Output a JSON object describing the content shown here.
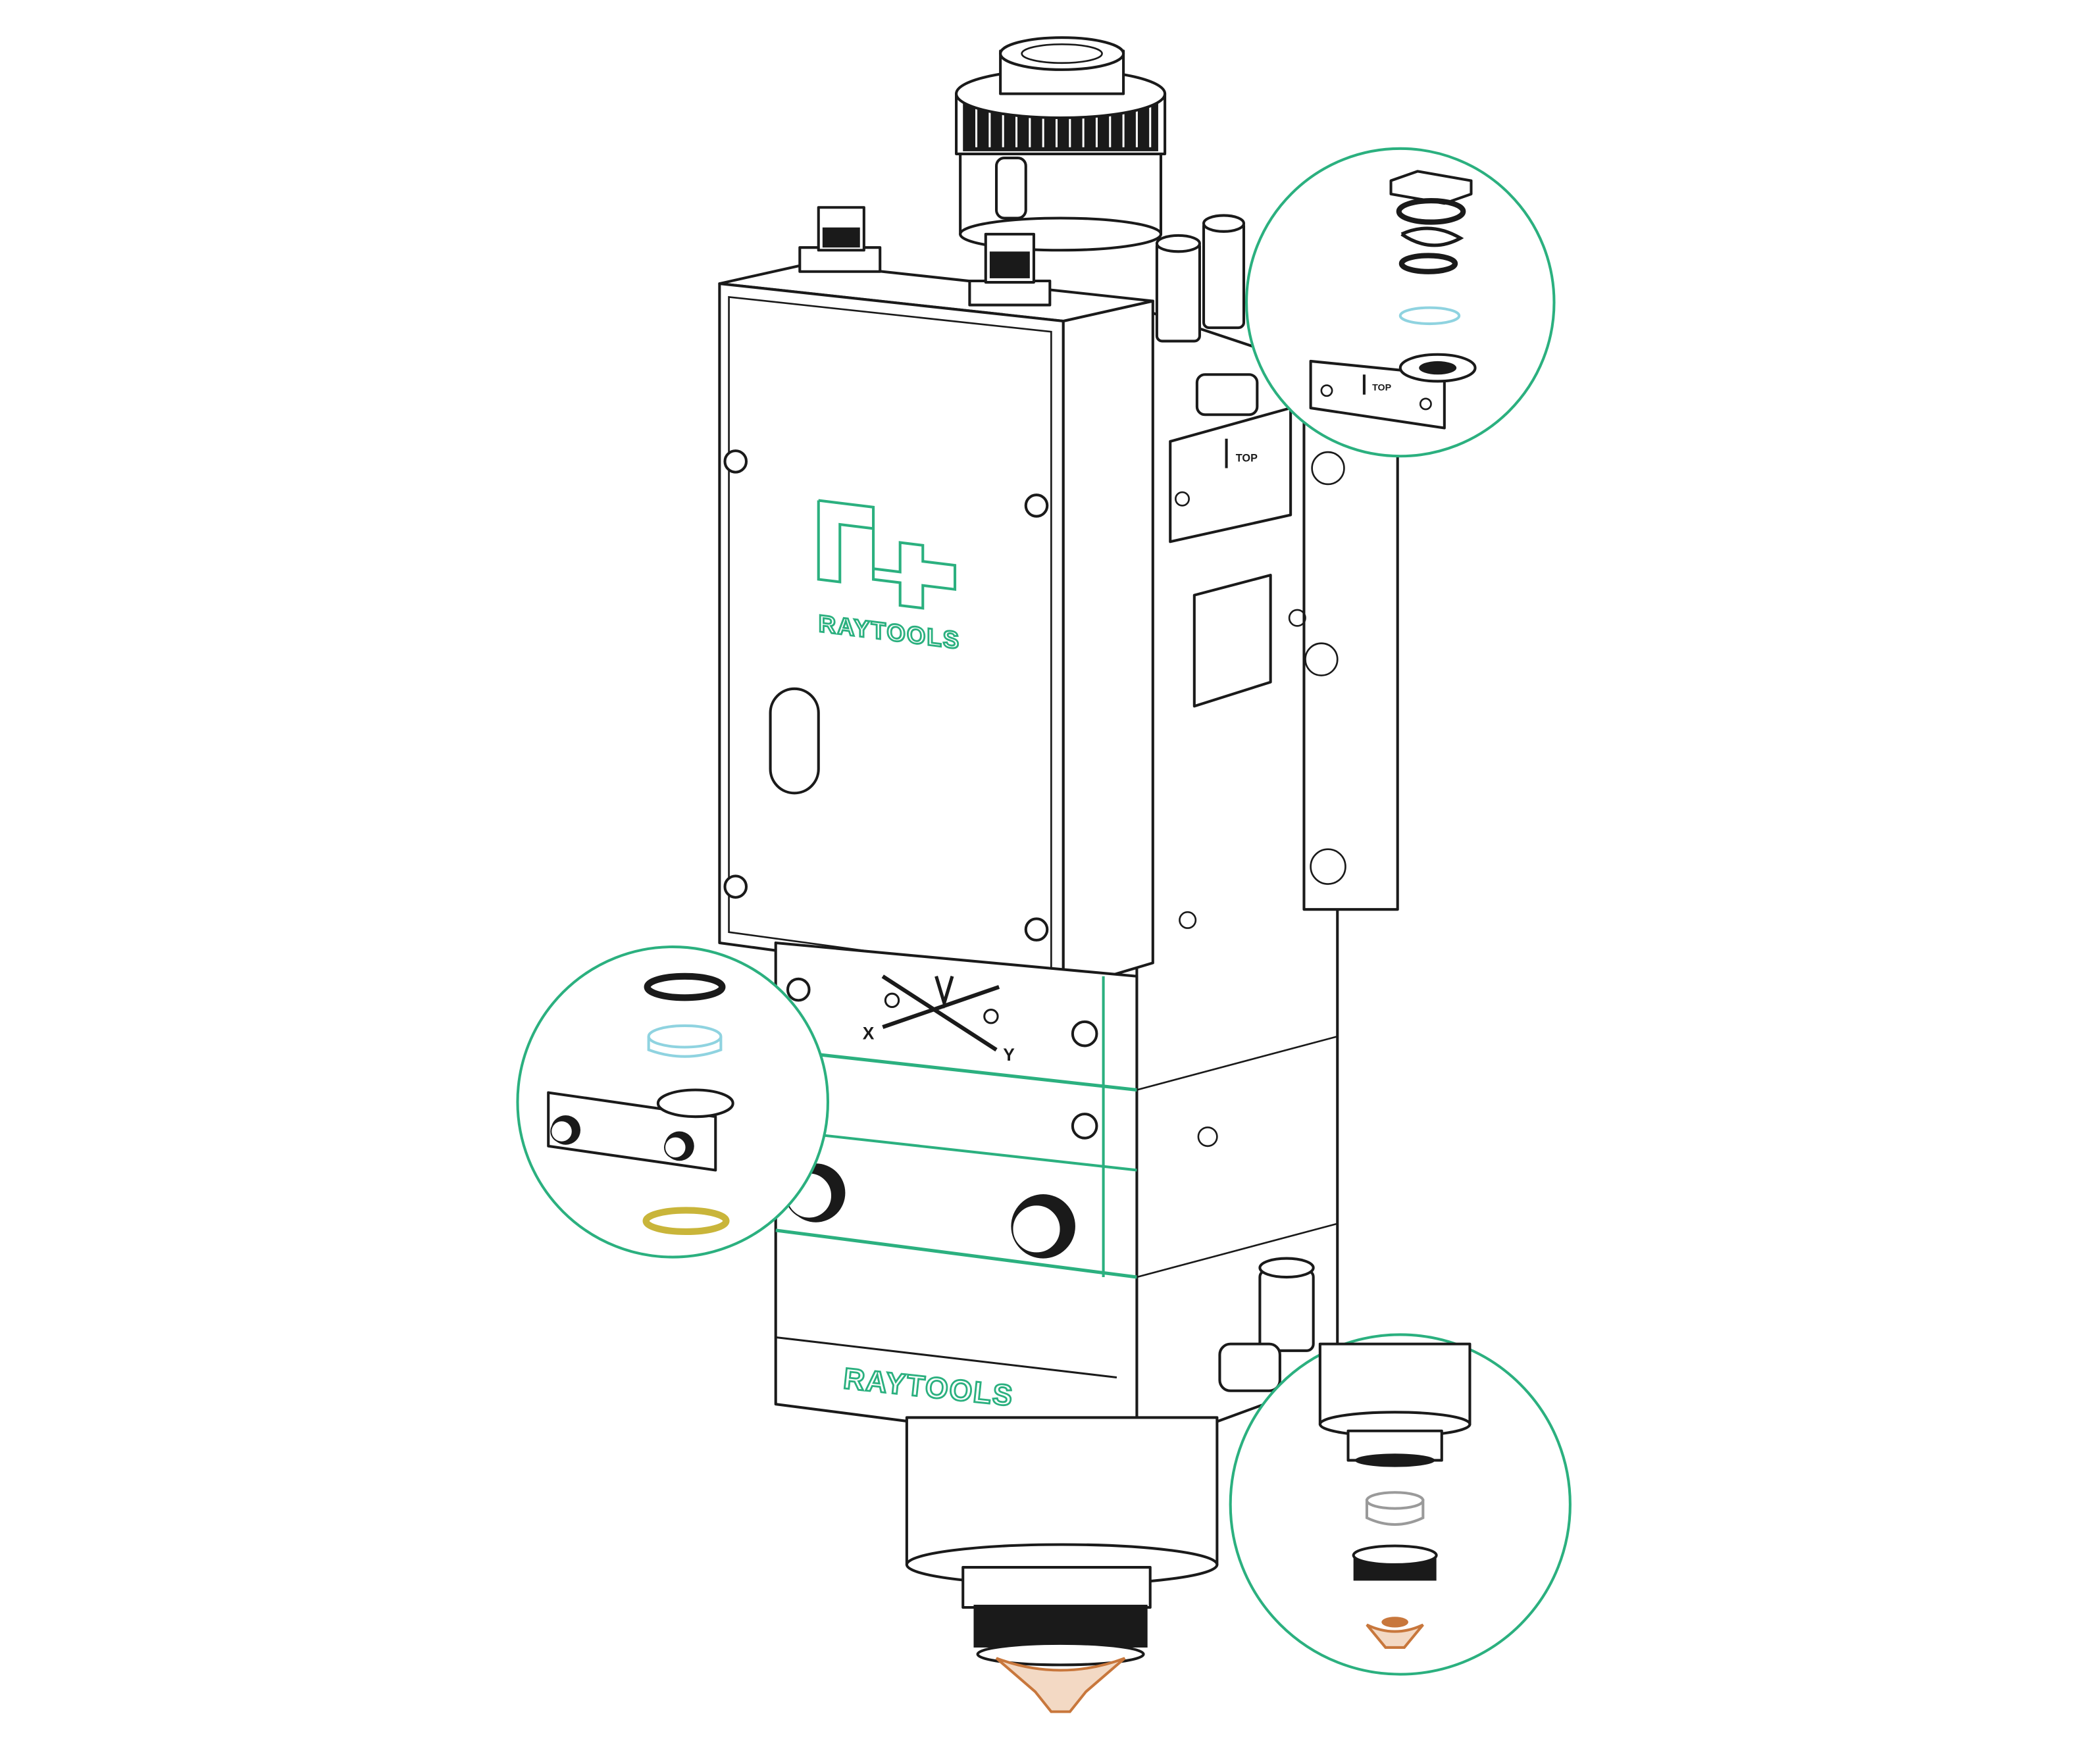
{
  "brand": {
    "name": "RAYTOOLS",
    "lower_label": "RAYTOOLS"
  },
  "labels": {
    "axis_x": "X",
    "axis_y": "Y",
    "top_mark_body": "TOP",
    "top_mark_detail": "TOP"
  },
  "colors": {
    "accent": "#2bb07f",
    "line": "#1a1a1a",
    "copper": "#c8773c",
    "lens": "#8fd3e0",
    "seal": "#c9b53a"
  }
}
